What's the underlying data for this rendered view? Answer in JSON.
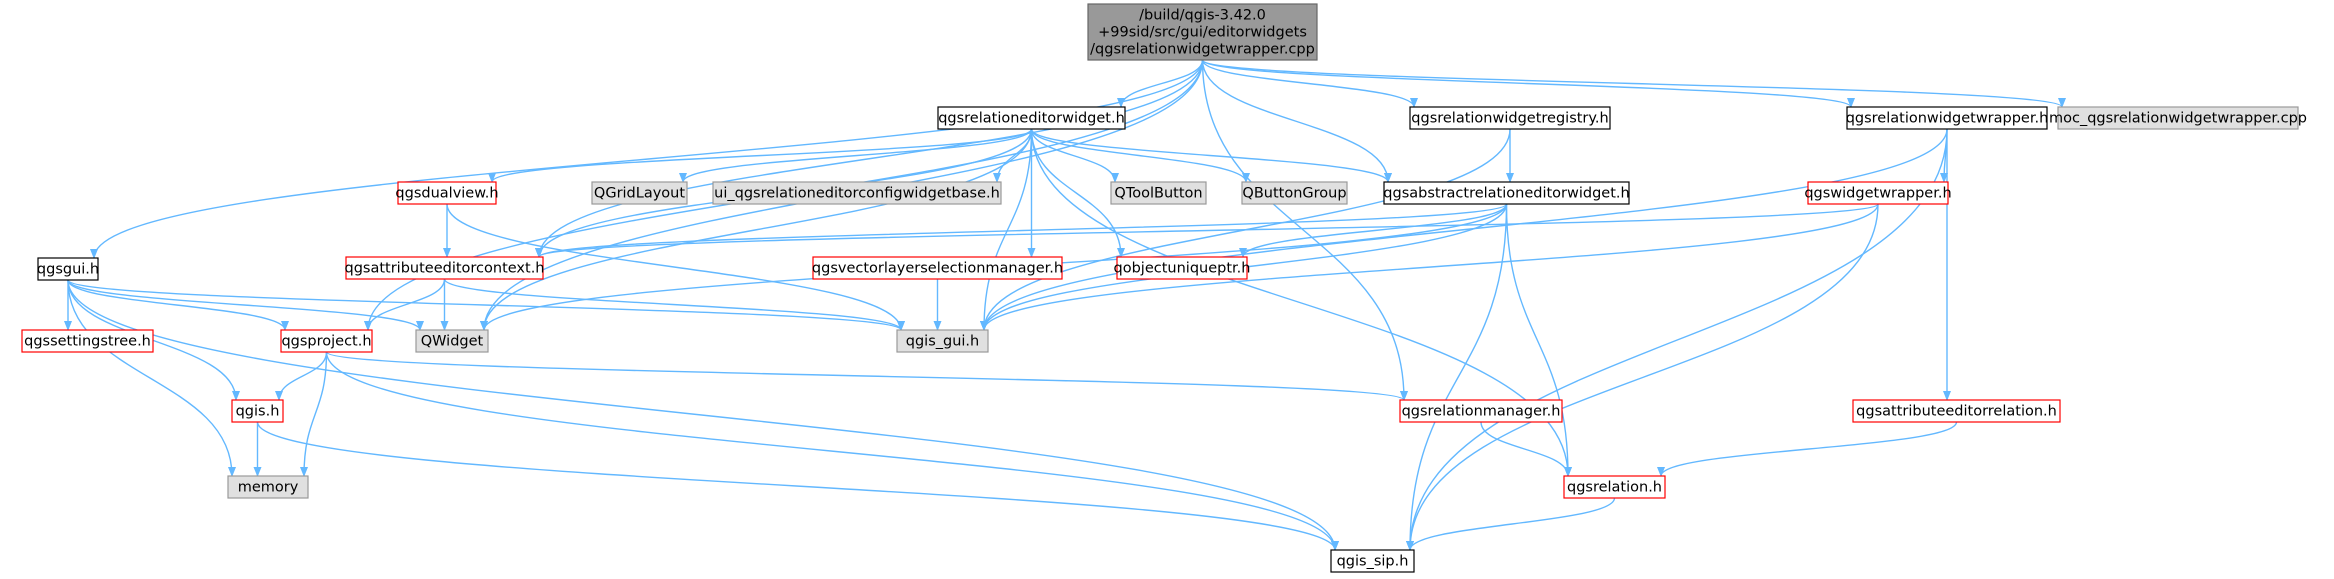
{
  "colors": {
    "edge": "#63b8ff",
    "root_fill": "#999999",
    "root_border": "#666666",
    "plain_fill": "#ffffff",
    "plain_border": "#000000",
    "red_border": "#ff0000",
    "gray_fill": "#e0e0e0",
    "gray_border": "#999999"
  },
  "nodes": {
    "root": {
      "lines": [
        "/build/qgis-3.42.0",
        "+99sid/src/gui/editorwidgets",
        "/qgsrelationwidgetwrapper.cpp"
      ],
      "style": "root"
    },
    "relationeditorwidget": {
      "lines": [
        "qgsrelationeditorwidget.h"
      ],
      "style": "plain"
    },
    "relationwidgetregistry": {
      "lines": [
        "qgsrelationwidgetregistry.h"
      ],
      "style": "plain"
    },
    "relationwidgetwrapper_h": {
      "lines": [
        "qgsrelationwidgetwrapper.h"
      ],
      "style": "plain"
    },
    "moc": {
      "lines": [
        "moc_qgsrelationwidgetwrapper.cpp"
      ],
      "style": "gray"
    },
    "qgsgui": {
      "lines": [
        "qgsgui.h"
      ],
      "style": "plain"
    },
    "dualview": {
      "lines": [
        "qgsdualview.h"
      ],
      "style": "red"
    },
    "qgridlayout": {
      "lines": [
        "QGridLayout"
      ],
      "style": "gray"
    },
    "ui_config": {
      "lines": [
        "ui_qgsrelationeditorconfigwidgetbase.h"
      ],
      "style": "gray"
    },
    "qtoolbutton": {
      "lines": [
        "QToolButton"
      ],
      "style": "gray"
    },
    "qbuttongroup": {
      "lines": [
        "QButtonGroup"
      ],
      "style": "gray"
    },
    "abstractrelation": {
      "lines": [
        "qgsabstractrelationeditorwidget.h"
      ],
      "style": "plain"
    },
    "widgetwrapper": {
      "lines": [
        "qgswidgetwrapper.h"
      ],
      "style": "red"
    },
    "attributeeditorcontext": {
      "lines": [
        "qgsattributeeditorcontext.h"
      ],
      "style": "red"
    },
    "vectorlayerselection": {
      "lines": [
        "qgsvectorlayerselectionmanager.h"
      ],
      "style": "red"
    },
    "qobjectuniqueptr": {
      "lines": [
        "qobjectuniqueptr.h"
      ],
      "style": "red"
    },
    "settingstree": {
      "lines": [
        "qgssettingstree.h"
      ],
      "style": "red"
    },
    "qgsproject": {
      "lines": [
        "qgsproject.h"
      ],
      "style": "red"
    },
    "qwidget": {
      "lines": [
        "QWidget"
      ],
      "style": "gray"
    },
    "qgis_gui": {
      "lines": [
        "qgis_gui.h"
      ],
      "style": "gray"
    },
    "qgis_h": {
      "lines": [
        "qgis.h"
      ],
      "style": "red"
    },
    "relationmanager": {
      "lines": [
        "qgsrelationmanager.h"
      ],
      "style": "red"
    },
    "attributeeditorrelation": {
      "lines": [
        "qgsattributeeditorrelation.h"
      ],
      "style": "red"
    },
    "memory": {
      "lines": [
        "memory"
      ],
      "style": "gray"
    },
    "qgsrelation": {
      "lines": [
        "qgsrelation.h"
      ],
      "style": "red"
    },
    "qgis_sip": {
      "lines": [
        "qgis_sip.h"
      ],
      "style": "plain"
    }
  },
  "edges": [
    [
      "root",
      "relationeditorwidget"
    ],
    [
      "root",
      "relationwidgetregistry"
    ],
    [
      "root",
      "relationwidgetwrapper_h"
    ],
    [
      "root",
      "moc"
    ],
    [
      "root",
      "qgsgui"
    ],
    [
      "root",
      "abstractrelation"
    ],
    [
      "root",
      "attributeeditorcontext"
    ],
    [
      "root",
      "qgsproject"
    ],
    [
      "root",
      "qwidget"
    ],
    [
      "root",
      "relationmanager"
    ],
    [
      "relationeditorwidget",
      "dualview"
    ],
    [
      "relationeditorwidget",
      "qgridlayout"
    ],
    [
      "relationeditorwidget",
      "ui_config"
    ],
    [
      "relationeditorwidget",
      "qtoolbutton"
    ],
    [
      "relationeditorwidget",
      "qbuttongroup"
    ],
    [
      "relationeditorwidget",
      "abstractrelation"
    ],
    [
      "relationeditorwidget",
      "attributeeditorcontext"
    ],
    [
      "relationeditorwidget",
      "vectorlayerselection"
    ],
    [
      "relationeditorwidget",
      "qobjectuniqueptr"
    ],
    [
      "relationeditorwidget",
      "qwidget"
    ],
    [
      "relationeditorwidget",
      "qgis_gui"
    ],
    [
      "relationeditorwidget",
      "qgsrelation"
    ],
    [
      "relationwidgetregistry",
      "abstractrelation"
    ],
    [
      "relationwidgetregistry",
      "qgis_gui"
    ],
    [
      "relationwidgetwrapper_h",
      "widgetwrapper"
    ],
    [
      "relationwidgetwrapper_h",
      "qgis_gui"
    ],
    [
      "relationwidgetwrapper_h",
      "attributeeditorrelation"
    ],
    [
      "relationwidgetwrapper_h",
      "qgis_sip"
    ],
    [
      "qgsgui",
      "settingstree"
    ],
    [
      "qgsgui",
      "qgsproject"
    ],
    [
      "qgsgui",
      "qwidget"
    ],
    [
      "qgsgui",
      "qgis_gui"
    ],
    [
      "qgsgui",
      "qgis_h"
    ],
    [
      "qgsgui",
      "memory"
    ],
    [
      "qgsgui",
      "qgis_sip"
    ],
    [
      "dualview",
      "attributeeditorcontext"
    ],
    [
      "dualview",
      "qgis_gui"
    ],
    [
      "abstractrelation",
      "attributeeditorcontext"
    ],
    [
      "abstractrelation",
      "qobjectuniqueptr"
    ],
    [
      "abstractrelation",
      "qwidget"
    ],
    [
      "abstractrelation",
      "qgis_gui"
    ],
    [
      "abstractrelation",
      "qgsrelation"
    ],
    [
      "abstractrelation",
      "qgis_sip"
    ],
    [
      "widgetwrapper",
      "attributeeditorcontext"
    ],
    [
      "widgetwrapper",
      "qgis_gui"
    ],
    [
      "widgetwrapper",
      "qgis_sip"
    ],
    [
      "attributeeditorcontext",
      "qgsproject"
    ],
    [
      "attributeeditorcontext",
      "qwidget"
    ],
    [
      "attributeeditorcontext",
      "qgis_gui"
    ],
    [
      "vectorlayerselection",
      "qgis_gui"
    ],
    [
      "qgsproject",
      "qgis_h"
    ],
    [
      "qgsproject",
      "memory"
    ],
    [
      "qgsproject",
      "relationmanager"
    ],
    [
      "qgsproject",
      "qgis_sip"
    ],
    [
      "qgis_h",
      "memory"
    ],
    [
      "qgis_h",
      "qgis_sip"
    ],
    [
      "relationmanager",
      "qgsrelation"
    ],
    [
      "attributeeditorrelation",
      "qgsrelation"
    ],
    [
      "qgsrelation",
      "qgis_sip"
    ]
  ]
}
